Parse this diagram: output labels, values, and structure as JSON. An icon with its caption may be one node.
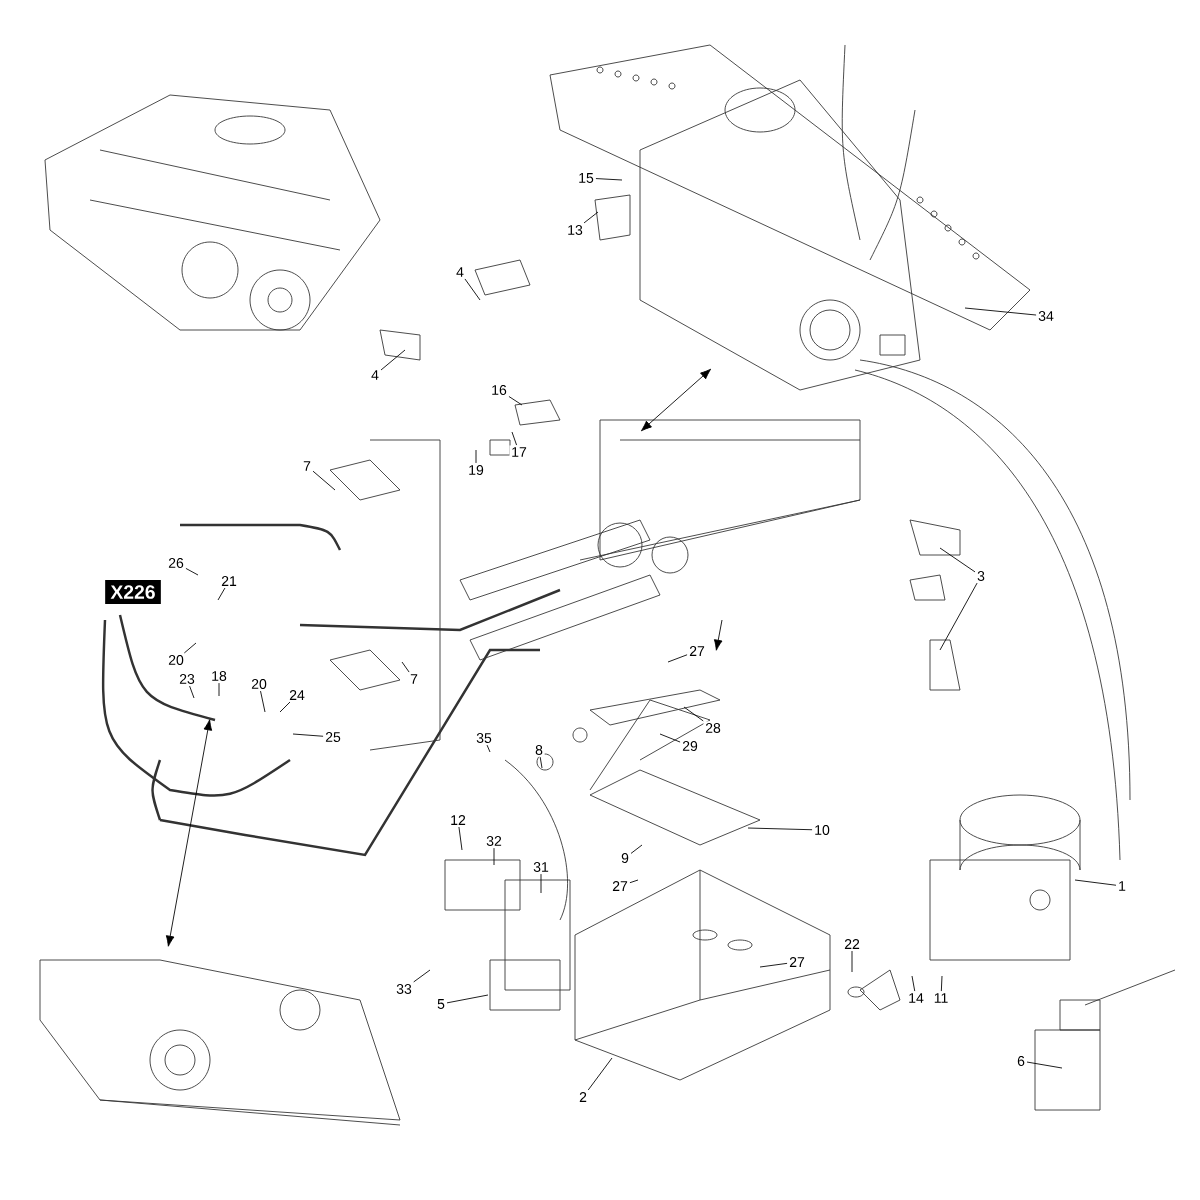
{
  "diagram": {
    "nodes": [
      {
        "text": [
          "15"
        ]
      },
      {
        "text": [
          "13"
        ]
      },
      {
        "text": [
          "4"
        ]
      },
      {
        "text": [
          "34"
        ]
      },
      {
        "text": [
          "4"
        ]
      },
      {
        "text": [
          "16"
        ]
      },
      {
        "text": [
          "17"
        ]
      },
      {
        "text": [
          "7"
        ]
      },
      {
        "text": [
          "19"
        ]
      },
      {
        "text": [
          "26"
        ]
      },
      {
        "text": [
          "3"
        ]
      },
      {
        "text": [
          "21"
        ]
      },
      {
        "text": [
          "X226"
        ]
      },
      {
        "text": [
          "27"
        ]
      },
      {
        "text": [
          "20"
        ]
      },
      {
        "text": [
          "18"
        ]
      },
      {
        "text": [
          "7"
        ]
      },
      {
        "text": [
          "23"
        ]
      },
      {
        "text": [
          "20"
        ]
      },
      {
        "text": [
          "24"
        ]
      },
      {
        "text": [
          "28"
        ]
      },
      {
        "text": [
          "25"
        ]
      },
      {
        "text": [
          "35"
        ]
      },
      {
        "text": [
          "29"
        ]
      },
      {
        "text": [
          "8"
        ]
      },
      {
        "text": [
          "12"
        ]
      },
      {
        "text": [
          "10"
        ]
      },
      {
        "text": [
          "32"
        ]
      },
      {
        "text": [
          "9"
        ]
      },
      {
        "text": [
          "31"
        ]
      },
      {
        "text": [
          "27"
        ]
      },
      {
        "text": [
          "1"
        ]
      },
      {
        "text": [
          "22"
        ]
      },
      {
        "text": [
          "27"
        ]
      },
      {
        "text": [
          "14"
        ]
      },
      {
        "text": [
          "11"
        ]
      },
      {
        "text": [
          "33"
        ]
      },
      {
        "text": [
          "5"
        ]
      },
      {
        "text": [
          "6"
        ]
      },
      {
        "text": [
          "2"
        ]
      }
    ],
    "edges": [
      {
        "from": 0,
        "to": null,
        "arrow": "none"
      },
      {
        "from": 1,
        "to": null,
        "arrow": "none"
      },
      {
        "from": 2,
        "to": null,
        "arrow": "none"
      },
      {
        "from": 3,
        "to": null,
        "arrow": "none"
      },
      {
        "from": 4,
        "to": null,
        "arrow": "none"
      },
      {
        "from": 5,
        "to": null,
        "arrow": "none"
      },
      {
        "from": 6,
        "to": null,
        "arrow": "none"
      },
      {
        "from": 7,
        "to": null,
        "arrow": "none"
      },
      {
        "from": 8,
        "to": null,
        "arrow": "none"
      },
      {
        "from": 9,
        "to": null,
        "arrow": "none"
      },
      {
        "from": 10,
        "to": null,
        "arrow": "none"
      },
      {
        "from": 10,
        "to": null,
        "arrow": "none"
      },
      {
        "from": 11,
        "to": null,
        "arrow": "none"
      },
      {
        "from": 13,
        "to": null,
        "arrow": "none"
      },
      {
        "from": 14,
        "to": null,
        "arrow": "none"
      },
      {
        "from": 15,
        "to": null,
        "arrow": "none"
      },
      {
        "from": 16,
        "to": null,
        "arrow": "none"
      },
      {
        "from": 17,
        "to": null,
        "arrow": "none"
      },
      {
        "from": 18,
        "to": null,
        "arrow": "none"
      },
      {
        "from": 19,
        "to": null,
        "arrow": "none"
      },
      {
        "from": 20,
        "to": null,
        "arrow": "none"
      },
      {
        "from": 21,
        "to": null,
        "arrow": "none"
      },
      {
        "from": 22,
        "to": null,
        "arrow": "none"
      },
      {
        "from": 23,
        "to": null,
        "arrow": "none"
      },
      {
        "from": 24,
        "to": null,
        "arrow": "none"
      },
      {
        "from": 25,
        "to": null,
        "arrow": "none"
      },
      {
        "from": 26,
        "to": null,
        "arrow": "none"
      },
      {
        "from": 27,
        "to": null,
        "arrow": "none"
      },
      {
        "from": 28,
        "to": null,
        "arrow": "none"
      },
      {
        "from": 29,
        "to": null,
        "arrow": "none"
      },
      {
        "from": 30,
        "to": null,
        "arrow": "none"
      },
      {
        "from": 31,
        "to": null,
        "arrow": "none"
      },
      {
        "from": 32,
        "to": null,
        "arrow": "none"
      },
      {
        "from": 33,
        "to": null,
        "arrow": "none"
      },
      {
        "from": 34,
        "to": null,
        "arrow": "none"
      },
      {
        "from": 35,
        "to": null,
        "arrow": "none"
      },
      {
        "from": 36,
        "to": null,
        "arrow": "none"
      },
      {
        "from": 37,
        "to": null,
        "arrow": "none"
      },
      {
        "from": 38,
        "to": null,
        "arrow": "none"
      },
      {
        "from": 39,
        "to": null,
        "arrow": "none"
      }
    ]
  }
}
